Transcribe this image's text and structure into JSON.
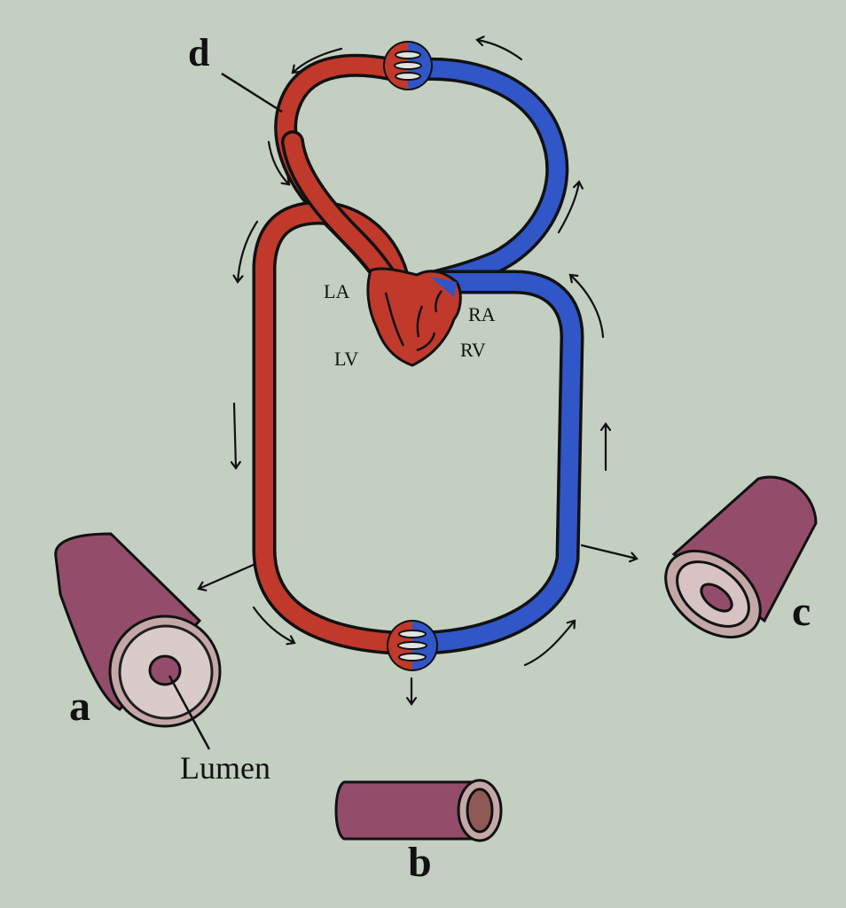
{
  "diagram": {
    "title": "Double circulation with blood vessel types",
    "colors": {
      "background": "#c3cfc0",
      "oxygenated": "#c0392b",
      "deoxygenated": "#3056c8",
      "vessel_wall": "#934d6a",
      "vessel_inner_layer": "#c4a8a8",
      "outline": "#111111"
    },
    "heart_labels": {
      "left_atrium": "LA",
      "left_ventricle": "LV",
      "right_atrium": "RA",
      "right_ventricle": "RV"
    },
    "vessel_labels": {
      "a": "a",
      "b": "b",
      "c": "c",
      "d": "d"
    },
    "lumen_label": "Lumen",
    "capillary_beds": [
      "pulmonary",
      "systemic"
    ]
  }
}
